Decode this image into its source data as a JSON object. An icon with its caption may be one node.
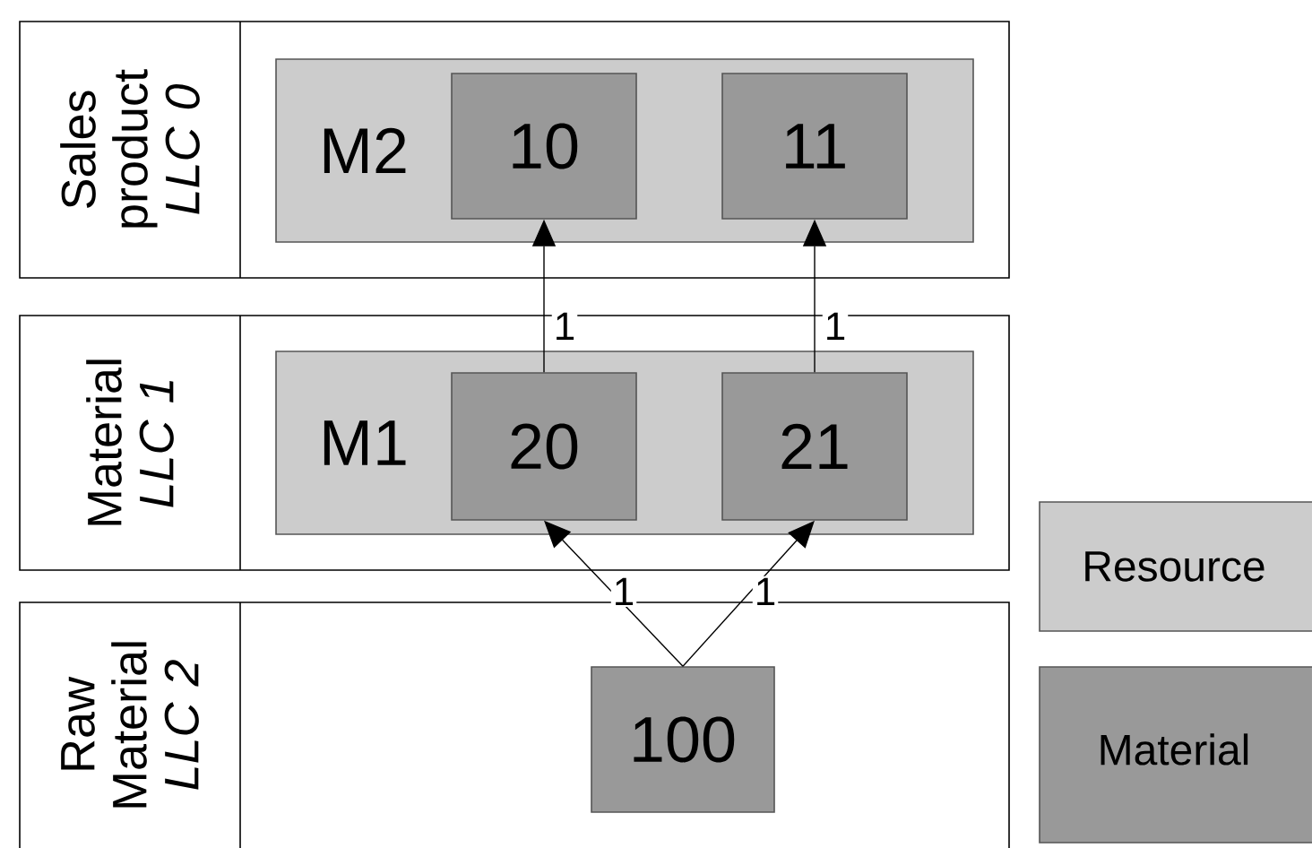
{
  "diagram": {
    "nodes": [
      {
        "text": [
          "Sales product",
          "LLC 0"
        ]
      },
      {
        "text": [
          "M2"
        ],
        "in": 0
      },
      {
        "text": [
          "10"
        ],
        "in": 1
      },
      {
        "text": [
          "11"
        ],
        "in": 1
      },
      {
        "text": [
          "Material",
          "LLC 1"
        ]
      },
      {
        "text": [
          "M1"
        ],
        "in": 4
      },
      {
        "text": [
          "20"
        ],
        "in": 5
      },
      {
        "text": [
          "21"
        ],
        "in": 5
      },
      {
        "text": [
          "Raw Material",
          "LLC 2"
        ]
      },
      {
        "text": [
          "100"
        ],
        "in": 8
      }
    ],
    "edges": [
      {
        "from": 6,
        "to": 2,
        "arrow": "to",
        "label": "1"
      },
      {
        "from": 7,
        "to": 3,
        "arrow": "to",
        "label": "1"
      },
      {
        "from": 9,
        "to": 6,
        "arrow": "to",
        "label": "1"
      },
      {
        "from": 9,
        "to": 7,
        "arrow": "to",
        "label": "1"
      }
    ],
    "legend": [
      {
        "text": "Resource",
        "color": "#cccccc"
      },
      {
        "text": "Material",
        "color": "#999999"
      }
    ]
  }
}
